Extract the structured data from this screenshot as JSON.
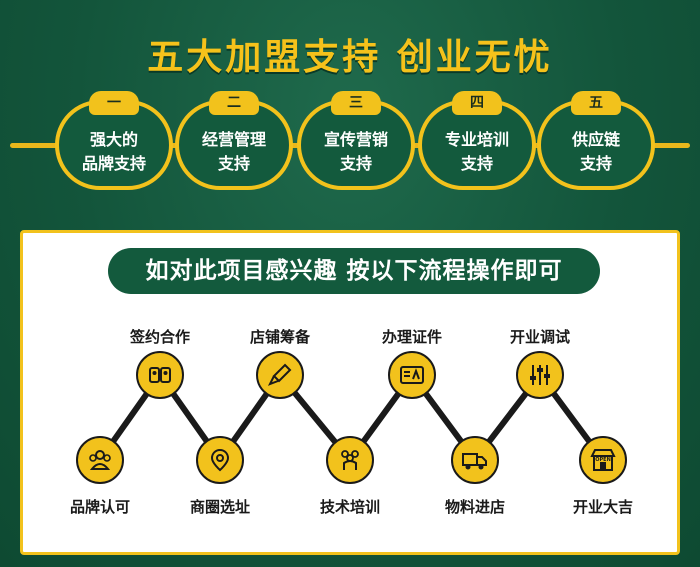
{
  "headline": "五大加盟支持  创业无忧",
  "supports": [
    {
      "num": "一",
      "line1": "强大的",
      "line2": "品牌支持"
    },
    {
      "num": "二",
      "line1": "经营管理",
      "line2": "支持"
    },
    {
      "num": "三",
      "line1": "宣传营销",
      "line2": "支持"
    },
    {
      "num": "四",
      "line1": "专业培训",
      "line2": "支持"
    },
    {
      "num": "五",
      "line1": "供应链",
      "line2": "支持"
    }
  ],
  "process": {
    "title": "如对此项目感兴趣  按以下流程操作即可",
    "steps": [
      {
        "label": "品牌认可",
        "icon": "people-group-icon"
      },
      {
        "label": "签约合作",
        "icon": "handshake-icon"
      },
      {
        "label": "商圈选址",
        "icon": "map-pin-icon"
      },
      {
        "label": "店铺筹备",
        "icon": "paint-brush-icon"
      },
      {
        "label": "技术培训",
        "icon": "team-training-icon"
      },
      {
        "label": "办理证件",
        "icon": "id-card-icon"
      },
      {
        "label": "物料进店",
        "icon": "delivery-truck-icon"
      },
      {
        "label": "开业调试",
        "icon": "sliders-icon"
      },
      {
        "label": "开业大吉",
        "icon": "open-shop-icon"
      }
    ],
    "shop_sign": "OPEN"
  },
  "colors": {
    "green": "#135a3d",
    "gold": "#f2c21c",
    "dark": "#1a1a1a"
  }
}
